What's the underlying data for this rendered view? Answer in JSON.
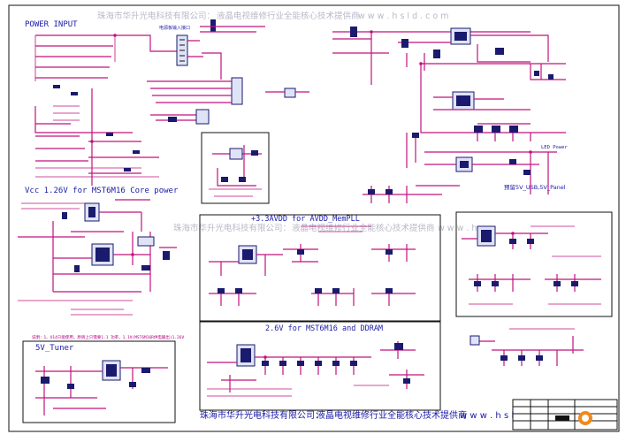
{
  "titles": {
    "power_input": "POWER INPUT",
    "core_power": "Vcc 1.26V for MST6M16 Core power",
    "avdd": "+3.3AVDD for AVDD_MemPLL",
    "ddr": "2.6V for MST6M16 and DDRAM",
    "tuner": "5V_Tuner"
  },
  "watermarks": {
    "top_left": "珠海市华升光电科技有限公司：",
    "top_right": "液晶电视维修行业全能核心技术提供商",
    "top_web": "w w w . h s l   d . c o m",
    "mid_left": "珠海市华升光电科技有限公司：",
    "mid_right": "液晶电视维修行业全能核心技术提供商",
    "mid_web": "w w w . h s",
    "bottom_left": "珠海市华升光电科技有限公司：",
    "bottom_right": "液晶电视维修行业全能核心技术提供商",
    "bottom_web": "w w w . h s l"
  },
  "labels": {
    "panel_power": "预留5V_USB,5V_Panel",
    "led_power": "LED Power",
    "power_board_in": "电源板输入接口",
    "note_left": "说明：1、U14只能使用，原则上只需要1.1 功率，1.1V(MST6M16R供电输出)1.26V"
  },
  "colors": {
    "wire": "#c0137e",
    "title": "#1a1aa8",
    "border": "#111111",
    "watermark": "#b9b9c8"
  }
}
